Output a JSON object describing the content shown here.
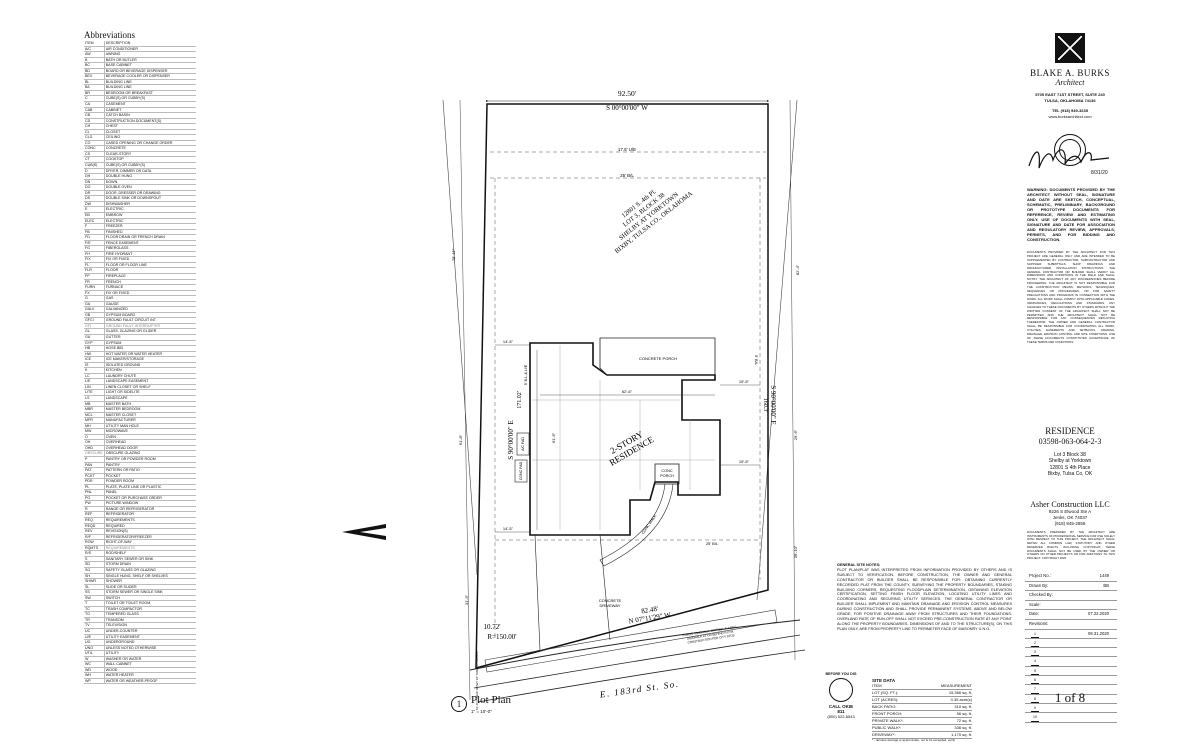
{
  "abbreviations": {
    "title": "Abbreviations",
    "rows": [
      [
        "ITEM",
        "DESCRIPTION"
      ],
      [
        "A/C",
        "AIR CONDITIONER"
      ],
      [
        "AW",
        "AWNING"
      ],
      [
        "B",
        "BATH OR BUTLER"
      ],
      [
        "BC",
        "BASE CABINET"
      ],
      [
        "BD",
        "BOARD OR BEVERAGE DISPENSER"
      ],
      [
        "BEV",
        "BEVERAGE COOLER OR DISPENSER"
      ],
      [
        "BL",
        "BUILDING LINE"
      ],
      [
        "B/L",
        "BUILDING LINE"
      ],
      [
        "BR",
        "BEDROOM OR BREAKFAST"
      ],
      [
        "C",
        "CUBE(S) OR CUBBY(S)"
      ],
      [
        "CA",
        "CASEMENT"
      ],
      [
        "CAB",
        "CABINET"
      ],
      [
        "CB",
        "CATCH BASIN"
      ],
      [
        "CD",
        "CONSTRUCTION DOCUMENT(S)"
      ],
      [
        "CH",
        "CHEST"
      ],
      [
        "CL",
        "CLOSET"
      ],
      [
        "CLG",
        "CEILING"
      ],
      [
        "CO",
        "CASED OPENING OR CHANGE ORDER"
      ],
      [
        "CONC",
        "CONCRETE"
      ],
      [
        "CS",
        "CLEAR-STORY"
      ],
      [
        "CT",
        "COOKTOP"
      ],
      [
        "CUB(S)",
        "CUBE(S) OR CUBBY(S)"
      ],
      [
        "D",
        "DRYER, DIMMER OR DATA"
      ],
      [
        "DH",
        "DOUBLE HUNG"
      ],
      [
        "DN",
        "DOWN"
      ],
      [
        "DO",
        "DOUBLE OVEN"
      ],
      [
        "DR",
        "DOOR, DRESSER OR DRAWING"
      ],
      [
        "DS",
        "DOUBLE SINK OR DOWNSPOUT"
      ],
      [
        "DW",
        "DISHWASHER"
      ],
      [
        "E",
        "ELECTRIC"
      ],
      [
        "EB",
        "EMBROW"
      ],
      [
        "ELEC",
        "ELECTRIC"
      ],
      [
        "F",
        "FREEZER"
      ],
      [
        "FB",
        "FINISHED"
      ],
      [
        "FD",
        "FLOOR DRAIN OR FRENCH DRAIN"
      ],
      [
        "F/E",
        "FENCE EASEMENT"
      ],
      [
        "FG",
        "FIBERGLASS"
      ],
      [
        "FH",
        "FIRE HYDRANT"
      ],
      [
        "FIX",
        "FIX OR FIXED"
      ],
      [
        "FL",
        "FLOOR OR FLOOR LINE"
      ],
      [
        "FLR",
        "FLOOR"
      ],
      [
        "FP",
        "FIREPLACE"
      ],
      [
        "FR",
        "FRENCH"
      ],
      [
        "FURN",
        "FURNACE"
      ],
      [
        "FX",
        "FIX OR FIXED"
      ],
      [
        "G",
        "GAS"
      ],
      [
        "GA",
        "GAUGE"
      ],
      [
        "GALV",
        "GALVANIZED"
      ],
      [
        "GB",
        "GYPSUM BOARD"
      ],
      [
        "GFCI",
        "GROUND FAULT CIRCUIT INT."
      ],
      [
        "GFI",
        "GROUND FAULT INTERRUPTER"
      ],
      [
        "GL",
        "GLASS, GLAZING OR GLIDER"
      ],
      [
        "GU",
        "GUTTER"
      ],
      [
        "GYP",
        "GYPSUM"
      ],
      [
        "HB",
        "HOSE BIB"
      ],
      [
        "HW",
        "HOT WATER OR WATER HEATER"
      ],
      [
        "ICE",
        "ICE MAKER/STORAGE"
      ],
      [
        "IS",
        "ISOLATED GROUND"
      ],
      [
        "K",
        "KITCHEN"
      ],
      [
        "LC",
        "LAUNDRY CHUTE"
      ],
      [
        "L/E",
        "LANDSCAPE EASEMENT"
      ],
      [
        "LIN",
        "LINEN CLOSET OR SHELF"
      ],
      [
        "LITE",
        "LIGHT OR SIDELITE"
      ],
      [
        "LS",
        "LANDSCAPE"
      ],
      [
        "MB",
        "MASTER BATH"
      ],
      [
        "MBR",
        "MASTER BEDROOM"
      ],
      [
        "MCL",
        "MASTER CLOSET"
      ],
      [
        "MFR",
        "MANUFACTURER"
      ],
      [
        "MH",
        "UTILITY MAN HOLE"
      ],
      [
        "MW",
        "MICROWAVE"
      ],
      [
        "O",
        "OVEN"
      ],
      [
        "OH",
        "OVERHEAD"
      ],
      [
        "OHD",
        "OVERHEAD DOOR"
      ],
      [
        "OBSCURE",
        "OBSCURE GLAZING"
      ],
      [
        "P",
        "PANTRY OR POWDER ROOM"
      ],
      [
        "PAN",
        "PANTRY"
      ],
      [
        "PAT",
        "PATTERN OR PATIO"
      ],
      [
        "PCKT",
        "POCKET"
      ],
      [
        "PDR",
        "POWDER ROOM"
      ],
      [
        "PL",
        "PLATE, PLATE LINE OR PLASTIC"
      ],
      [
        "PNL",
        "PANEL"
      ],
      [
        "PO",
        "POCKET OR PURCHASE ORDER"
      ],
      [
        "PW",
        "PICTURE WINDOW"
      ],
      [
        "R",
        "RANGE OR REFRIGERATOR"
      ],
      [
        "REF",
        "REFRIGERATOR"
      ],
      [
        "REQ",
        "REQUIREMENTS"
      ],
      [
        "REQD",
        "REQUIRED"
      ],
      [
        "REV",
        "REVISION(S)"
      ],
      [
        "R/F",
        "REFRIGERATOR/FREEZER"
      ],
      [
        "ROW",
        "RIGHT-OF-WAY"
      ],
      [
        "RQMTS",
        "REQUIREMENTS"
      ],
      [
        "R/S",
        "ROD/SHELF"
      ],
      [
        "S",
        "SANITARY SEWER OR SINK"
      ],
      [
        "SD",
        "STORM DRAIN"
      ],
      [
        "SG",
        "SAFETY GLASS OR GLAZING"
      ],
      [
        "SH",
        "SINGLE HUNG, SHELF OR SHELVES"
      ],
      [
        "SHWR",
        "SHOWER"
      ],
      [
        "SL",
        "SLIDE OR SLIDER"
      ],
      [
        "SS",
        "STORM SEWER OR SINGLE SINK"
      ],
      [
        "SW",
        "SWITCH"
      ],
      [
        "T",
        "TOILET OR TOILET ROOM"
      ],
      [
        "TC",
        "TRASH COMPACTOR"
      ],
      [
        "TG",
        "TEMPERED GLASS"
      ],
      [
        "TR",
        "TRANSOM"
      ],
      [
        "TV",
        "TELEVISION"
      ],
      [
        "UC",
        "UNDER-COUNTER"
      ],
      [
        "U/E",
        "UTILITY EASEMENT"
      ],
      [
        "UG",
        "UNDERGROUND"
      ],
      [
        "UNO",
        "UNLESS NOTED OTHERWISE"
      ],
      [
        "UTIL",
        "UTILITY"
      ],
      [
        "W",
        "WASHER OR WATER"
      ],
      [
        "WC",
        "WALL CABINET"
      ],
      [
        "WD",
        "WOOD"
      ],
      [
        "WH",
        "WATER HEATER"
      ],
      [
        "WP",
        "WATER OR WEATHER-PROOF"
      ]
    ]
  },
  "plan": {
    "top_dim": "92.50'",
    "top_bearing": "S 00°00'00\" W",
    "ue_label": "17.5' U/E",
    "bl_top": "25' B/L",
    "lot_text": [
      "12801 S. 4th Pl.",
      "LOT 3, BLOCK 38",
      "SHELBY AT YORKTOWN",
      "BIXBY, TULSA CO., OKLAHOMA"
    ],
    "left_bearing": "S 90°00'00\" E",
    "left_dim": "171.02'",
    "left_bl": "5' B.L.& U/E",
    "right_bearing": "S 90°00'00\" E",
    "right_dim": "160.3'",
    "right_bl": "5' B/L",
    "residence_label": [
      "2-STORY",
      "RESIDENCE"
    ],
    "concrete_porch": "CONCRETE PORCH",
    "conc_porch": [
      "CONC",
      "PORCH"
    ],
    "ac_pad": "A/C PAD",
    "conc_pad": "CONC PAD",
    "dim_62": "62'-6\"",
    "dim_61": "61'-6\"",
    "dim_14a": "14'-5\"",
    "dim_14b": "14'-5\"",
    "dim_19a": "19'-5\"",
    "dim_19b": "19'-5\"",
    "bl_bottom": "25' B/L",
    "left_outer_top": "78'-11\"",
    "left_outer_mid": "61'-8\"",
    "left_outer_bot": "31'-9\"",
    "right_outer_top": "82'-4\"",
    "right_outer_mid": "29'-6\"",
    "right_outer_bot": "39'-10\"",
    "conc_walk": "CONC WALK",
    "conc_driveway": [
      "CONCRETE",
      "DRIVEWAY"
    ],
    "bottom_dim": "82.48'",
    "bottom_bearing": "N 07°11'29\" W",
    "dim_1072": "10.72'",
    "radius": "R=150.00'",
    "street": "E. 183rd St. So.",
    "sidewalk_note": [
      "PUBLIC SIDEWALK. APPROX. 4' CONC.",
      "SIDEWALK AT OR BEHIND R.O.W.",
      "CONSTRUCTION PER CITY STDS"
    ],
    "left_note": "10'-0\" PUBLIC ROW / 10' TREE EASEMENT"
  },
  "general_notes": {
    "title": "GENERAL SITE NOTES:",
    "body": "PLOT PLAN/PLAT WAS INTERPRETED FROM INFORMATION PROVIDED BY OTHERS AND IS SUBJECT TO VERIFICATION. BEFORE CONSTRUCTION, THE OWNER AND GENERAL CONTRACTOR OR BUILDER SHALL BE RESPONSIBLE FOR: OBTAINING CURRENTLY RECORDED PLAT FROM THE COUNTY, SURVEYING THE PROPERTY BOUNDARIES, STAKING BUILDING CORNERS, REQUESTING FLOODPLAIN DETERMINATION, OBTAINING ELEVATION CERTIFICATION, SETTING FINISH FLOOR ELEVATION, LOCATING UTILITY LINES AND COORDINATING AND SECURING UTILITY SERVICES. THE GENERAL CONTRACTOR OR BUILDER SHALL IMPLEMENT AND MAINTAIN DRAINAGE AND EROSION CONTROL MEASURES DURING CONSTRUCTION AND SHALL PROVIDE PERMANENT SYSTEMS, ABOVE AND BELOW GRADE, FOR POSITIVE DRAINAGE AWAY FROM STRUCTURES AND THEIR FOUNDATIONS. OVERLAND RATE OF RUN-OFF SHALL NOT EXCEED PRE-CONSTRUCTION RATE AT ANY POINT ALONG THE PROPERTY BOUNDARIES. DIMENSIONS OF AND TO THE STRUCTURE(S), ON THIS PLAN ONLY, ARE FROM PROPERTY LINE TO PERIMETER FACE OF MASONRY U.N.O."
  },
  "call_okie": {
    "line1": "BEFORE YOU DIG",
    "line2": "CALL OKIE",
    "line3": "811",
    "line4": "(800) 522-6543"
  },
  "site_data": {
    "title": "SITE DATA",
    "header": [
      "ITEM",
      "MEASUREMENT"
    ],
    "rows": [
      [
        "LOT (SQ. FT.):",
        "15,366 sq. ft."
      ],
      [
        "LOT (ACRES):",
        "0.35 acre(s)"
      ],
      [
        "BACK PATIO:",
        "310 sq. ft."
      ],
      [
        "FRONT PORCH:",
        "56 sq. ft."
      ],
      [
        "PRIVATE WALK*:",
        "72 sq. ft."
      ],
      [
        "PUBLIC WALK*:",
        "336 sq. ft."
      ],
      [
        "DRIVEWAY*:",
        "1,170 sq. ft."
      ]
    ],
    "footnote": "* - denotes average or approximate, not to be exceeded, verify"
  },
  "plot_title": {
    "number": "1",
    "title": "Plot Plan",
    "scale": "1\" = 10'-0\""
  },
  "title_block": {
    "firm": "BLAKE A. BURKS",
    "firm_sub": "Architect",
    "address1": "5705 EAST 71ST STREET, SUITE 240",
    "address2": "TULSA, OKLAHOMA 74136",
    "phone": "TEL (918) 949-3235",
    "web": "www.burksarchitect.com",
    "seal_date": "8/31/20",
    "warning": "WARNING: DOCUMENTS PROVIDED BY THE ARCHITECT WITHOUT SEAL, SIGNATURE AND DATE ARE SKETCH, CONCEPTUAL, SCHEMATIC, PRELIMINARY, BACKGROUND OR PROTOTYPE DOCUMENTS FOR REFERENCE, REVIEW AND ESTIMATING ONLY. USE OF DOCUMENTS WITH SEAL, SIGNATURE AND DATE FOR ASSOCIATION AND REGULATORY REVIEW, APPROVALS, PERMITS, AND FOR BIDDING AND CONSTRUCTION.",
    "disclaimer": "DOCUMENTS PROVIDED BY THE ARCHITECT FOR THIS PROJECT ARE GENERAL ONLY AND ARE INTENDED TO BE SUPPLEMENTED BY CONTRACTOR, SUBCONTRACTOR AND SUPPLIER SUBMITTALS, SHOP DRAWINGS AND MANUFACTURER INSTALLATION INSTRUCTIONS. THE GENERAL CONTRACTOR OR BUILDER SHALL VERIFY ALL DIMENSIONS AND CONDITIONS IN THE FIELD AND SHALL NOTIFY THE ARCHITECT OF ANY DISCREPANCIES BEFORE PROCEEDING. THE ARCHITECT IS NOT RESPONSIBLE FOR THE CONSTRUCTION MEANS, METHODS, TECHNIQUES, SEQUENCES OR PROCEDURES, OR FOR SAFETY PRECAUTIONS AND PROGRAMS IN CONNECTION WITH THE WORK. ALL WORK SHALL COMPLY WITH APPLICABLE CODES, ORDINANCES, REGULATIONS AND STANDARDS. ANY CHANGES TO THESE DOCUMENTS BY OTHERS WITHOUT THE WRITTEN CONSENT OF THE ARCHITECT SHALL NOT BE PERMITTED AND THE ARCHITECT SHALL NOT BE RESPONSIBLE FOR ANY CONSEQUENCES RESULTING THEREFROM. THE OWNER AND GENERAL CONTRACTOR SHALL BE RESPONSIBLE FOR COORDINATING ALL WORK, UTILITIES, EASEMENTS AND SETBACKS, GRADING, DRAINAGE, EROSION CONTROL AND SITE CONDITIONS. USE OF THESE DOCUMENTS CONSTITUTES ACCEPTANCE OF THESE TERMS AND CONDITIONS.",
    "residence": "RESIDENCE",
    "project_no": "03598-063-064-2-3",
    "lot_lines": [
      "Lot 3 Block 38",
      "Shelby at Yorktown",
      "12801 S 4th Place",
      "Bixby, Tulsa Co, OK"
    ],
    "contractor": "Asher Construction LLC",
    "contractor_lines": [
      "9226 S Elwood Ste A",
      "Jenks, OK 74037",
      "(918) 845-2859"
    ],
    "copyright": "DOCUMENTS PREPARED BY THE ARCHITECT ARE INSTRUMENTS OF PROFESSIONAL SERVICE FOR USE SOLELY WITH RESPECT TO THIS PROJECT. THE ARCHITECT SHALL RETAIN ALL COMMON LAW, STATUTORY AND OTHER RESERVED RIGHTS, INCLUDING COPYRIGHT. THESE DOCUMENTS SHALL NOT BE USED BY THE OWNER OR OTHERS ON OTHER PROJECTS OR FOR ADDITIONS TO THIS PROJECT. COPYRIGHT 2020.",
    "project_rows": [
      [
        "Project No.:",
        "1449"
      ],
      [
        "Drawn By:",
        "BB"
      ],
      [
        "Checked By:",
        ""
      ],
      [
        "Scale:",
        ""
      ],
      [
        "Date:",
        "07.22.2020"
      ],
      [
        "Revisions:",
        ""
      ]
    ],
    "revisions": [
      [
        "1",
        "08.31.2020"
      ],
      [
        "2",
        ""
      ],
      [
        "3",
        ""
      ],
      [
        "4",
        ""
      ],
      [
        "5",
        ""
      ],
      [
        "6",
        ""
      ],
      [
        "7",
        ""
      ],
      [
        "8",
        ""
      ],
      [
        "9",
        ""
      ],
      [
        "10",
        ""
      ]
    ],
    "pages": "1 of 8"
  }
}
